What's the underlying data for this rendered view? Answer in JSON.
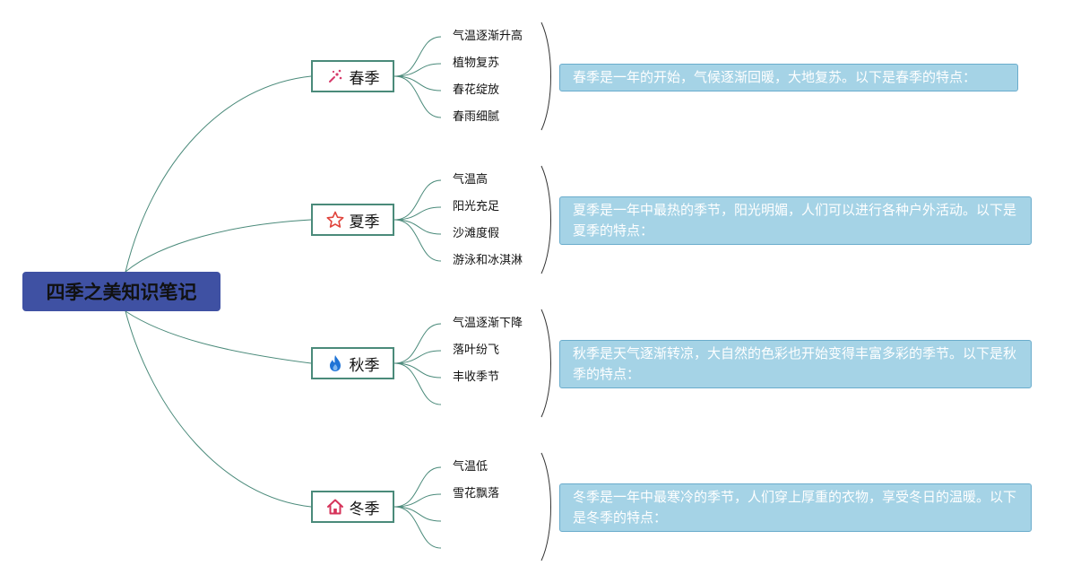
{
  "root": {
    "title": "四季之美知识笔记"
  },
  "seasons": [
    {
      "name": "春季",
      "icon": "sparkle-icon",
      "points": [
        "气温逐渐升高",
        "植物复苏",
        "春花绽放",
        "春雨细腻"
      ],
      "note": "春季是一年的开始，气候逐渐回暖，大地复苏。以下是春季的特点："
    },
    {
      "name": "夏季",
      "icon": "star-icon",
      "points": [
        "气温高",
        "阳光充足",
        "沙滩度假",
        "游泳和冰淇淋"
      ],
      "note": "夏季是一年中最热的季节，阳光明媚，人们可以进行各种户外活动。以下是夏季的特点："
    },
    {
      "name": "秋季",
      "icon": "flame-icon",
      "points": [
        "气温逐渐下降",
        "落叶纷飞",
        "丰收季节",
        ""
      ],
      "note": "秋季是天气逐渐转凉，大自然的色彩也开始变得丰富多彩的季节。以下是秋季的特点："
    },
    {
      "name": "冬季",
      "icon": "home-icon",
      "points": [
        "气温低",
        "雪花飘落",
        "",
        ""
      ],
      "note": "冬季是一年中最寒冷的季节，人们穿上厚重的衣物，享受冬日的温暖。以下是冬季的特点："
    }
  ],
  "colors": {
    "root_fill": "#3f51a3",
    "connector": "#4a8a7a",
    "note_fill": "#a5d3e6",
    "note_border": "#6aaccc",
    "spring_icon": "#d63a6a",
    "summer_icon": "#e0443c",
    "autumn_icon": "#1e73d6",
    "winter_icon": "#d6335a"
  }
}
